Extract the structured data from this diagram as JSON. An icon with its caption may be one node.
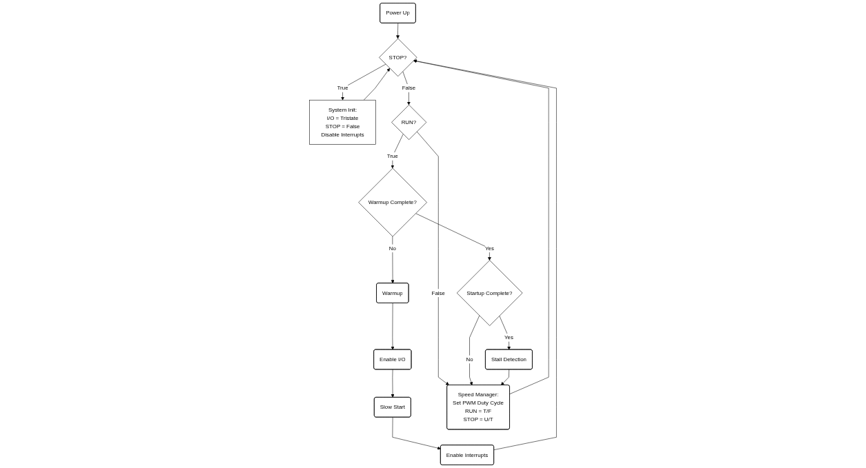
{
  "diagram": {
    "nodes": [
      {
        "text": [
          "Power Up"
        ]
      },
      {
        "text": [
          "STOP?"
        ]
      },
      {
        "text": [
          "System Init:",
          "I/O = Tristate",
          "STOP = False",
          "Disable Interrupts"
        ]
      },
      {
        "text": [
          "RUN?"
        ]
      },
      {
        "text": [
          "Warmup Complete?"
        ]
      },
      {
        "text": [
          "Startup Complete?"
        ]
      },
      {
        "text": [
          "Warmup"
        ]
      },
      {
        "text": [
          "Enable I/O"
        ]
      },
      {
        "text": [
          "Slow Start"
        ]
      },
      {
        "text": [
          "Enable Interrupts"
        ]
      },
      {
        "text": [
          "Stall Detection"
        ]
      },
      {
        "text": [
          "Speed Manager:",
          "Set PWM Duty Cycle",
          "RUN = T/F",
          "STOP = U/T"
        ]
      }
    ],
    "edges": [
      {
        "from": 0,
        "to": 1,
        "arrow": "to"
      },
      {
        "from": 1,
        "to": 2,
        "label": "True",
        "arrow": "to"
      },
      {
        "from": 1,
        "to": 3,
        "label": "False",
        "arrow": "to"
      },
      {
        "from": 3,
        "to": 4,
        "label": "True",
        "arrow": "to"
      },
      {
        "from": 3,
        "to": 11,
        "label": "False",
        "arrow": "to"
      },
      {
        "from": 4,
        "to": 6,
        "label": "No",
        "arrow": "to"
      },
      {
        "from": 4,
        "to": 5,
        "label": "Yes",
        "arrow": "to"
      },
      {
        "from": 5,
        "to": 11,
        "label": "No",
        "arrow": "to"
      },
      {
        "from": 5,
        "to": 10,
        "label": "Yes",
        "arrow": "to"
      },
      {
        "from": 10,
        "to": 11,
        "arrow": "to"
      },
      {
        "from": 6,
        "to": 7,
        "arrow": "to"
      },
      {
        "from": 7,
        "to": 8,
        "arrow": "to"
      },
      {
        "from": 8,
        "to": 9,
        "arrow": "to"
      },
      {
        "from": 2,
        "to": 1,
        "arrow": "to"
      },
      {
        "from": 9,
        "to": 1,
        "arrow": "to"
      },
      {
        "from": 11,
        "to": 1,
        "arrow": "to"
      }
    ]
  }
}
